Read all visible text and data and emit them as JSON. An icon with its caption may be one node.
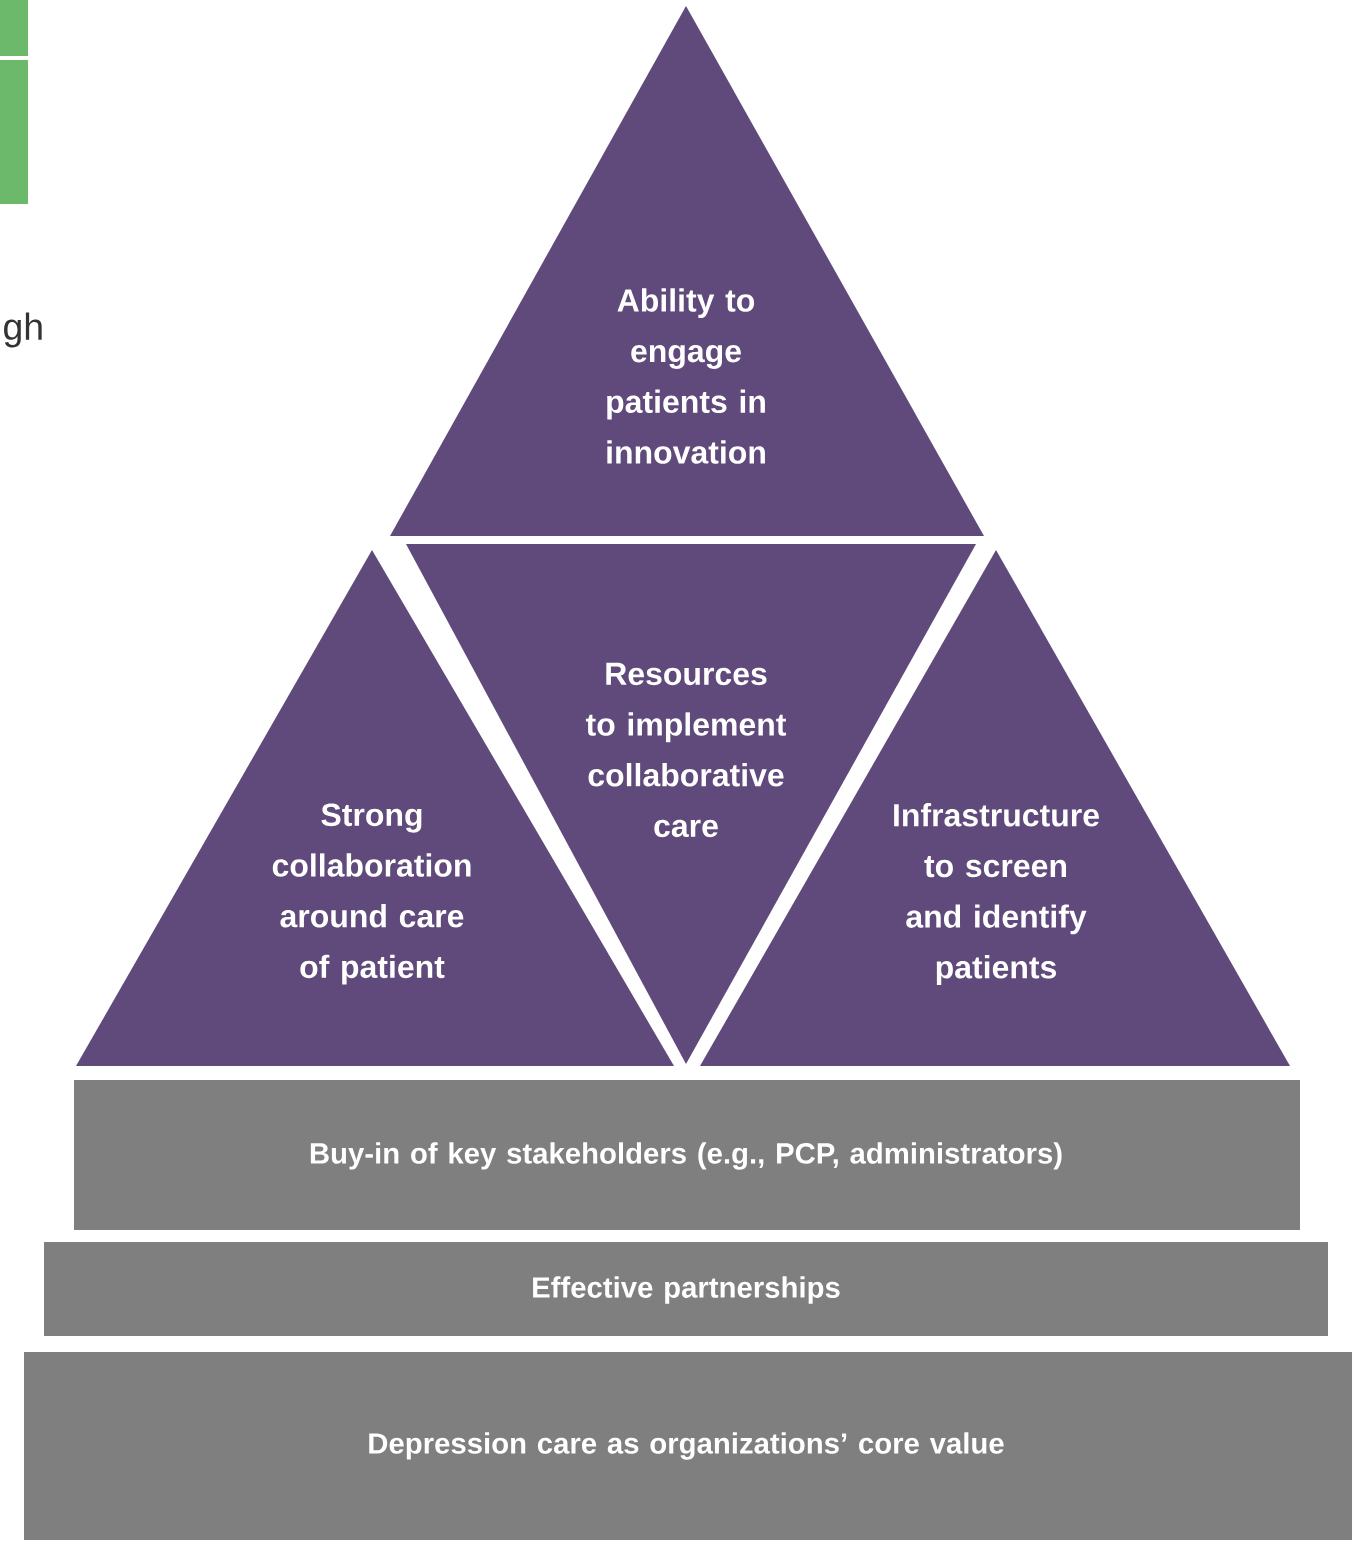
{
  "diagram": {
    "nodes": [
      {
        "text": [
          "Ability to engage patients in innovation"
        ]
      },
      {
        "text": [
          "Strong collaboration around care of patient"
        ]
      },
      {
        "text": [
          "Resources to implement collaborative care"
        ]
      },
      {
        "text": [
          "Infrastructure to screen and identify patients"
        ]
      },
      {
        "text": [
          "Buy-in of key stakeholders (e.g., PCP, administrators)"
        ]
      },
      {
        "text": [
          "Effective partnerships"
        ]
      },
      {
        "text": [
          "Depression care as organizations’ core value"
        ]
      }
    ],
    "labels": [
      "gh"
    ]
  }
}
